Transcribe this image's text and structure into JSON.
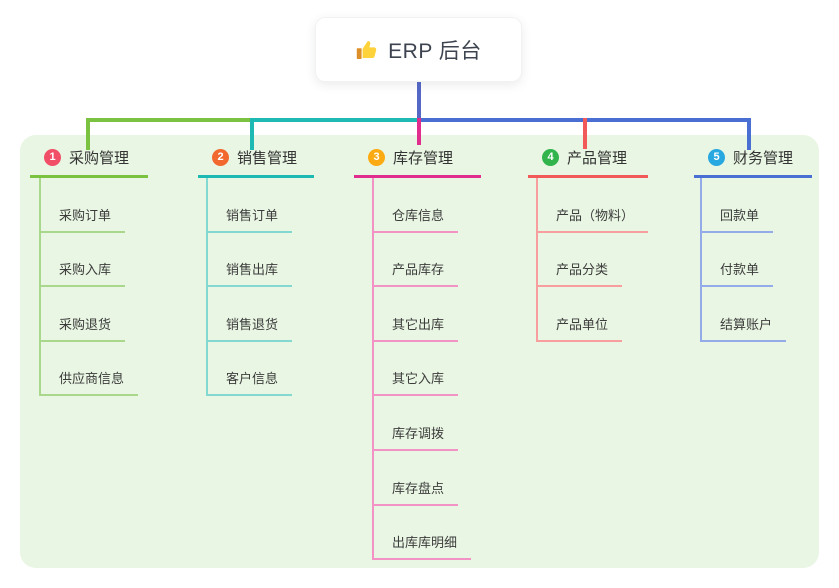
{
  "root": {
    "label": "ERP 后台",
    "icon": "thumbs-up-icon"
  },
  "colors": {
    "page_bg": "#ffffff",
    "panel_bg": "#e9f6e3",
    "root_line": "#5568c6",
    "root_text": "#3d4450",
    "child_text": "#3c3c3c"
  },
  "branches": [
    {
      "badge": "1",
      "title": "采购管理",
      "badge_color": "#f14f68",
      "line_color": "#7cc241",
      "child_line_color": "#a9d78b",
      "children": [
        "采购订单",
        "采购入库",
        "采购退货",
        "供应商信息"
      ]
    },
    {
      "badge": "2",
      "title": "销售管理",
      "badge_color": "#f2692f",
      "line_color": "#1db9b2",
      "child_line_color": "#84d8d2",
      "children": [
        "销售订单",
        "销售出库",
        "销售退货",
        "客户信息"
      ]
    },
    {
      "badge": "3",
      "title": "库存管理",
      "badge_color": "#fbab11",
      "line_color": "#e12d8e",
      "child_line_color": "#f392c5",
      "children": [
        "仓库信息",
        "产品库存",
        "其它出库",
        "其它入库",
        "库存调拨",
        "库存盘点",
        "出库库明细"
      ]
    },
    {
      "badge": "4",
      "title": "产品管理",
      "badge_color": "#31b44c",
      "line_color": "#f25959",
      "child_line_color": "#f89e9e",
      "children": [
        "产品（物料）",
        "产品分类",
        "产品单位"
      ]
    },
    {
      "badge": "5",
      "title": "财务管理",
      "badge_color": "#28a8e0",
      "line_color": "#4a6fd3",
      "child_line_color": "#93abe8",
      "children": [
        "回款单",
        "付款单",
        "结算账户"
      ]
    }
  ]
}
